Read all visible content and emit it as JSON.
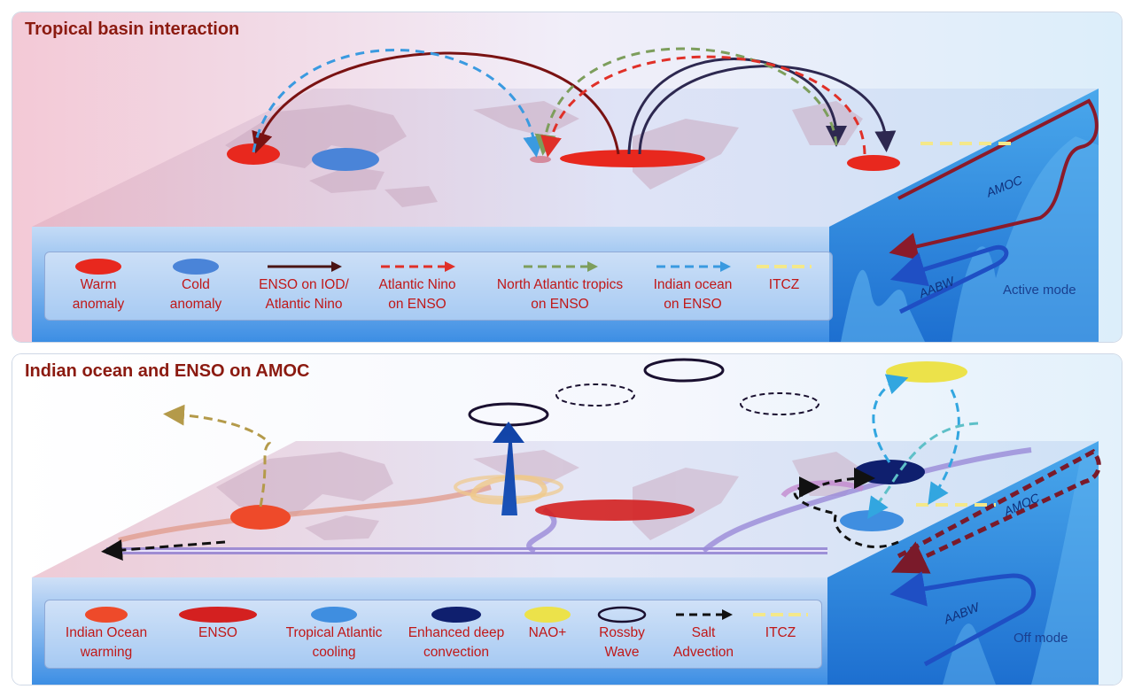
{
  "top_panel": {
    "title": "Tropical basin interaction",
    "mode_label": "Active mode",
    "amoc_label": "AMOC",
    "aabw_label": "AABW",
    "legend": [
      {
        "symbol": "warm-anomaly",
        "label": "Warm\nanomaly",
        "color": "#e8281e"
      },
      {
        "symbol": "cold-anomaly",
        "label": "Cold\nanomaly",
        "color": "#4a84d8"
      },
      {
        "symbol": "solid-arrow",
        "label": "ENSO on IOD/\nAtlantic Nino",
        "color": "#4a1414"
      },
      {
        "symbol": "dashed-arrow",
        "label": "Atlantic Nino\non ENSO",
        "color": "#e03028"
      },
      {
        "symbol": "dashed-arrow",
        "label": "North Atlantic tropics\non ENSO",
        "color": "#7d9e5c"
      },
      {
        "symbol": "dashed-arrow",
        "label": "Indian ocean\non ENSO",
        "color": "#3a9ae0"
      },
      {
        "symbol": "dashed-line",
        "label": "ITCZ",
        "color": "#f4e88a"
      }
    ]
  },
  "bottom_panel": {
    "title": "Indian ocean and ENSO on AMOC",
    "mode_label": "Off mode",
    "amoc_label": "AMOC",
    "aabw_label": "AABW",
    "legend": [
      {
        "symbol": "indian-ocean-warming",
        "label": "Indian Ocean\nwarming",
        "color": "#ee4a2a"
      },
      {
        "symbol": "enso",
        "label": "ENSO",
        "color": "#d42020"
      },
      {
        "symbol": "tropical-atlantic-cooling",
        "label": "Tropical Atlantic\ncooling",
        "color": "#3f8ee0"
      },
      {
        "symbol": "enhanced-deep-convection",
        "label": "Enhanced deep\nconvection",
        "color": "#0f1f6e"
      },
      {
        "symbol": "nao-plus",
        "label": "NAO+",
        "color": "#ece24a"
      },
      {
        "symbol": "rossby-wave",
        "label": "Rossby\nWave",
        "color": "#1a1030"
      },
      {
        "symbol": "salt-advection",
        "label": "Salt\nAdvection",
        "color": "#111111"
      },
      {
        "symbol": "itcz",
        "label": "ITCZ",
        "color": "#f4e88a"
      }
    ]
  }
}
